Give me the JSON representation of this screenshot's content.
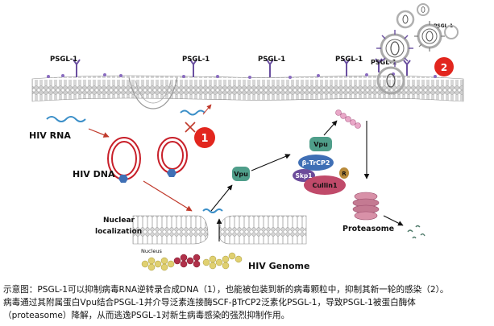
{
  "labels": {
    "psgl1": "PSGL-1",
    "psgl1_virus": "PSGL-1",
    "hiv_rna": "HIV RNA",
    "hiv_dna": "HIV DNA",
    "vpu": "Vpu",
    "vpu_complex": "Vpu",
    "btrcp2": "β-TrCP2",
    "skp1": "Skp1",
    "cullin1": "Cullin1",
    "r": "R",
    "proteasome": "Proteasome",
    "nuclear_line1": "Nuclear",
    "nuclear_line2": "localization",
    "nucleus": "Nucleus",
    "hiv_genome": "HIV Genome",
    "badge1": "1",
    "badge2": "2"
  },
  "caption": {
    "line1": "示意图：PSGL-1可以抑制病毒RNA逆转录合成DNA（1），也能被包装到新的病毒颗粒中，抑制其新一轮的感染（2）。",
    "line2": "病毒通过其附属蛋白Vpu结合PSGL-1并介导泛素连接酶SCF-βTrCP2泛素化PSGL-1，导致PSGL-1被蛋白酶体",
    "line3": "（proteasome）降解，从而逃逸PSGL-1对新生病毒感染的强烈抑制作用。"
  },
  "colors": {
    "membrane": "#8a8a8a",
    "lipid_head": "#c8c8c8",
    "receptor": "#6a4fa0",
    "rna": "#3b8fc8",
    "dna_ring": "#c8202a",
    "vpu": "#4f9e8a",
    "btrcp2": "#3f6fb5",
    "skp1": "#6b4b9a",
    "cullin1": "#c04a6a",
    "r_unit": "#b88a3a",
    "proteasome": "#c47a92",
    "badge": "#e2261e",
    "arrow": "#111111",
    "arrow_red": "#c0392b",
    "genome_yellow": "#e0d070",
    "genome_red": "#b0304a"
  }
}
